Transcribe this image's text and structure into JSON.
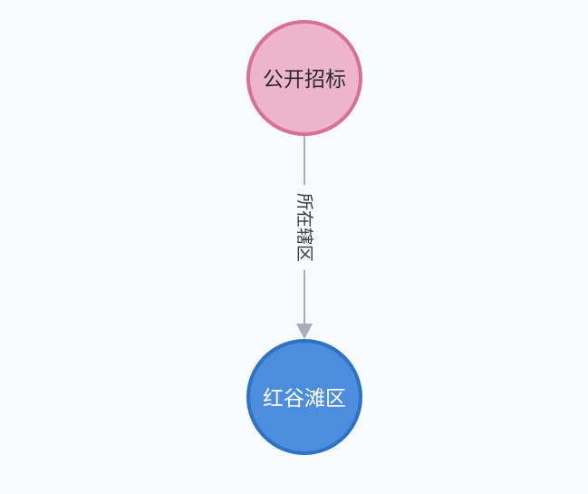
{
  "graph": {
    "background_color": "#f7fbfe",
    "nodes": [
      {
        "id": "source",
        "label": "公开招标",
        "fill_color": "#eeb5ca",
        "stroke_color": "#d86f97",
        "text_color": "#2b2b33"
      },
      {
        "id": "target",
        "label": "红谷滩区",
        "fill_color": "#4c8edd",
        "stroke_color": "#2c72c5",
        "text_color": "#ffffff"
      }
    ],
    "edge": {
      "from": "source",
      "to": "target",
      "label": "所在辖区",
      "line_color": "#a9adb5",
      "text_color": "#3a3a3a"
    }
  }
}
